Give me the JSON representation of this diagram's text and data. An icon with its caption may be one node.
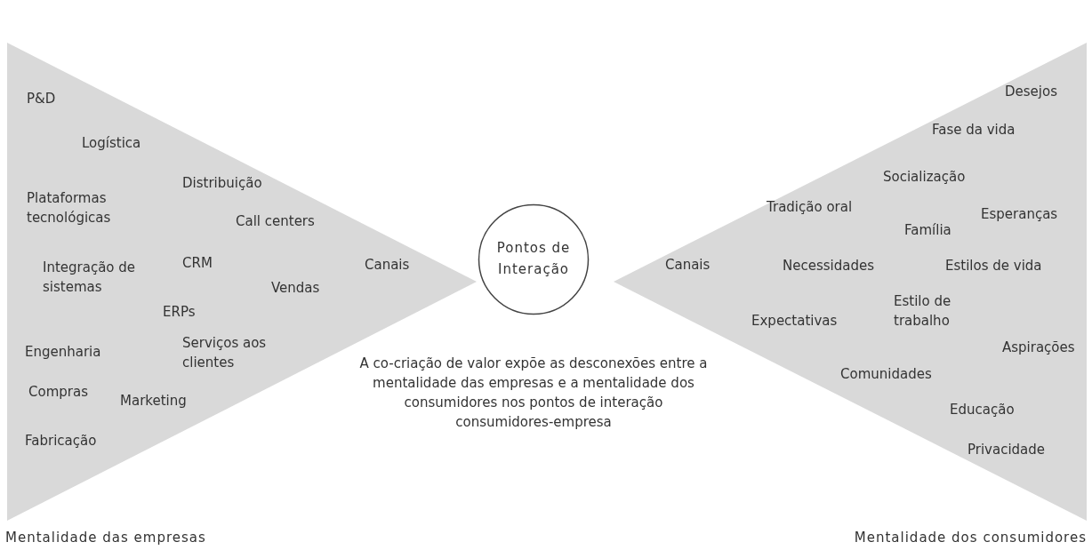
{
  "diagram": {
    "nodes": [
      {
        "text": [
          "P&D",
          "Logística",
          "Distribuição",
          "Plataformas tecnológicas",
          "Call centers",
          "Integração de sistemas",
          "CRM",
          "Canais",
          "Vendas",
          "ERPs",
          "Engenharia",
          "Serviços aos clientes",
          "Compras",
          "Marketing",
          "Fabricação"
        ]
      },
      {
        "text": [
          "Pontos de Interação"
        ]
      },
      {
        "text": [
          "Desejos",
          "Fase da vida",
          "Socialização",
          "Tradição oral",
          "Esperanças",
          "Família",
          "Canais",
          "Necessidades",
          "Estilos de vida",
          "Expectativas",
          "Estilo de trabalho",
          "Aspirações",
          "Comunidades",
          "Educação",
          "Privacidade"
        ]
      }
    ],
    "labels": [
      "A co-criação de valor expõe as desconexões entre a mentalidade das empresas e a mentalidade dos consumidores nos pontos de interação consumidores-empresa",
      "Mentalidade das empresas",
      "Mentalidade dos consumidores"
    ]
  }
}
